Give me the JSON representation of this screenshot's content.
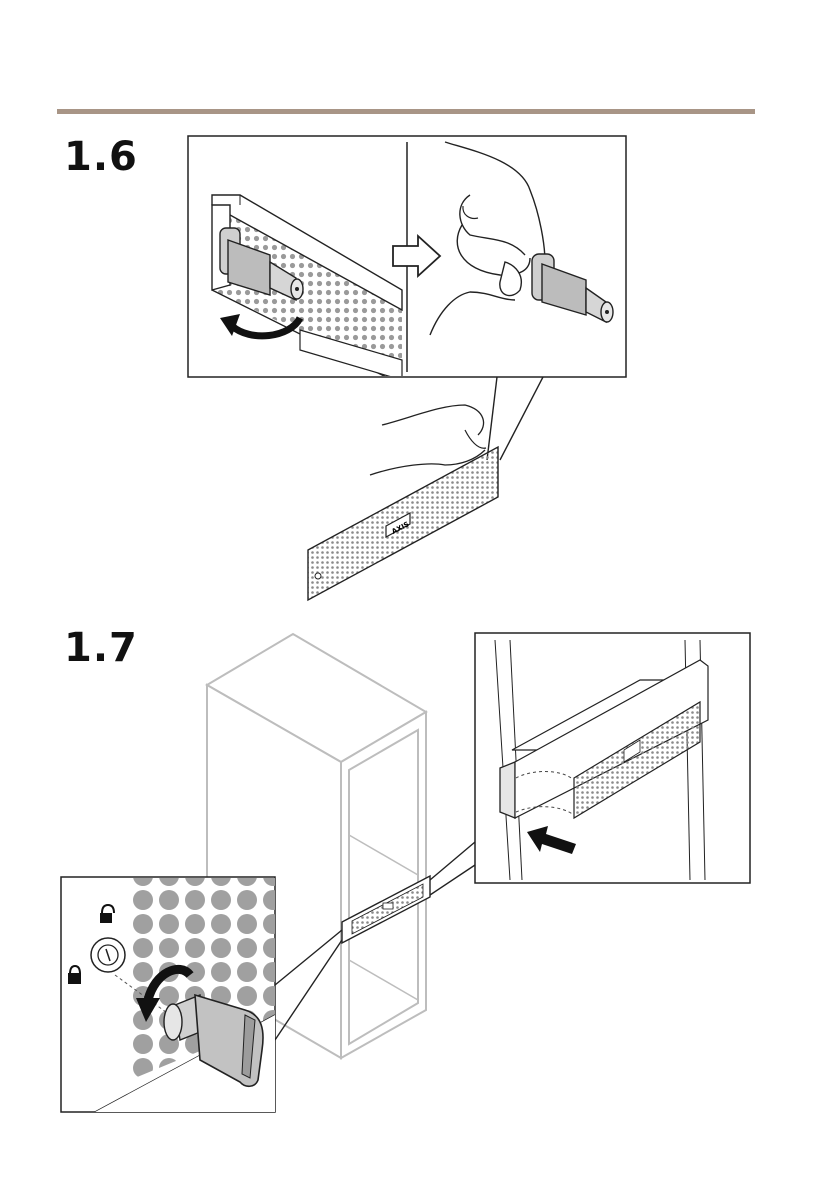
{
  "steps": [
    {
      "number": "1.6"
    },
    {
      "number": "1.7"
    }
  ],
  "colors": {
    "rule": "#a89586",
    "line": "#222222",
    "rack": "#bdbdbd",
    "perforation": "#9a9a9a"
  },
  "icons": {
    "rotate_arrow": "curved-arrow-icon",
    "push_arrow": "right-arrow-icon",
    "insert_arrow": "left-arrow-icon",
    "lock": "lock-icon",
    "unlock": "unlock-icon"
  },
  "bezel_logo": "AXIS"
}
